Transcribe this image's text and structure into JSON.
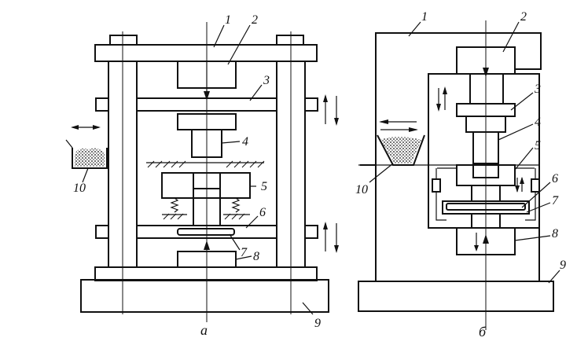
{
  "diagram_a": {
    "caption": "а",
    "labels": [
      "1",
      "2",
      "3",
      "4",
      "5",
      "6",
      "7",
      "8",
      "9",
      "10"
    ]
  },
  "diagram_b": {
    "caption": "б",
    "labels": [
      "1",
      "2",
      "3",
      "4",
      "5",
      "6",
      "7",
      "8",
      "9",
      "10"
    ]
  },
  "colors": {
    "ink": "#111111",
    "paper": "#ffffff"
  }
}
